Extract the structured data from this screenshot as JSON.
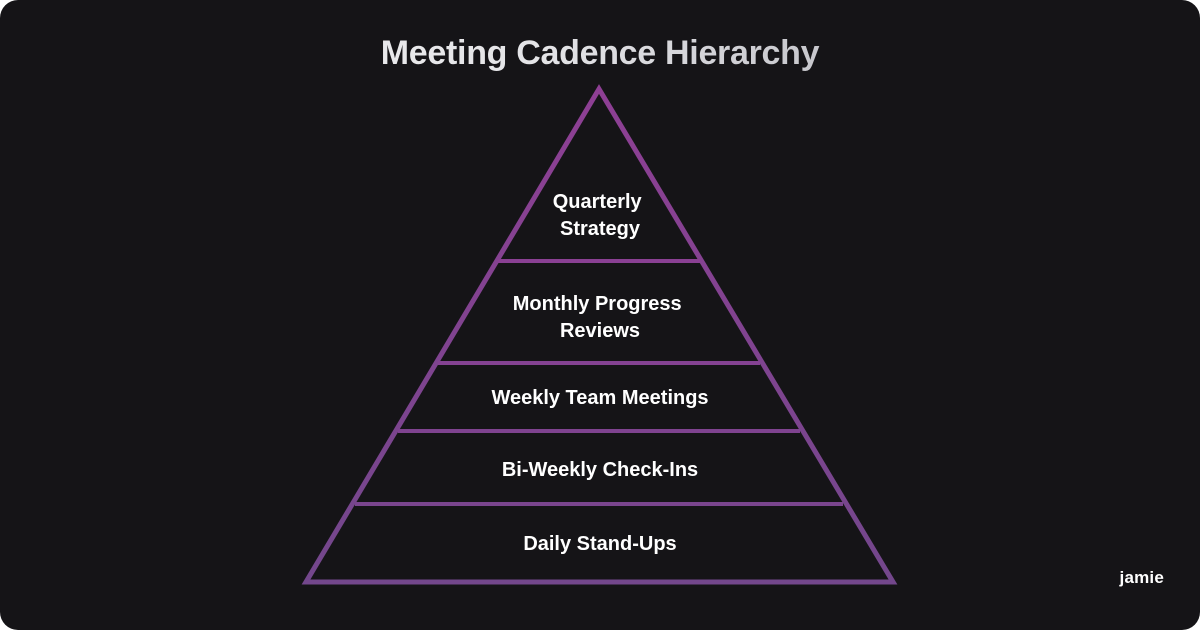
{
  "title": "Meeting Cadence Hierarchy",
  "brand": "jamie",
  "colors": {
    "background": "#151417",
    "stroke_top": "#8e3f94",
    "stroke_bottom": "#73478c"
  },
  "tiers": [
    {
      "lines": [
        "Quarterly",
        "Strategy"
      ]
    },
    {
      "lines": [
        "Monthly Progress",
        "Reviews"
      ]
    },
    {
      "lines": [
        "Weekly Team Meetings"
      ]
    },
    {
      "lines": [
        "Bi-Weekly Check-Ins"
      ]
    },
    {
      "lines": [
        "Daily Stand-Ups"
      ]
    }
  ]
}
